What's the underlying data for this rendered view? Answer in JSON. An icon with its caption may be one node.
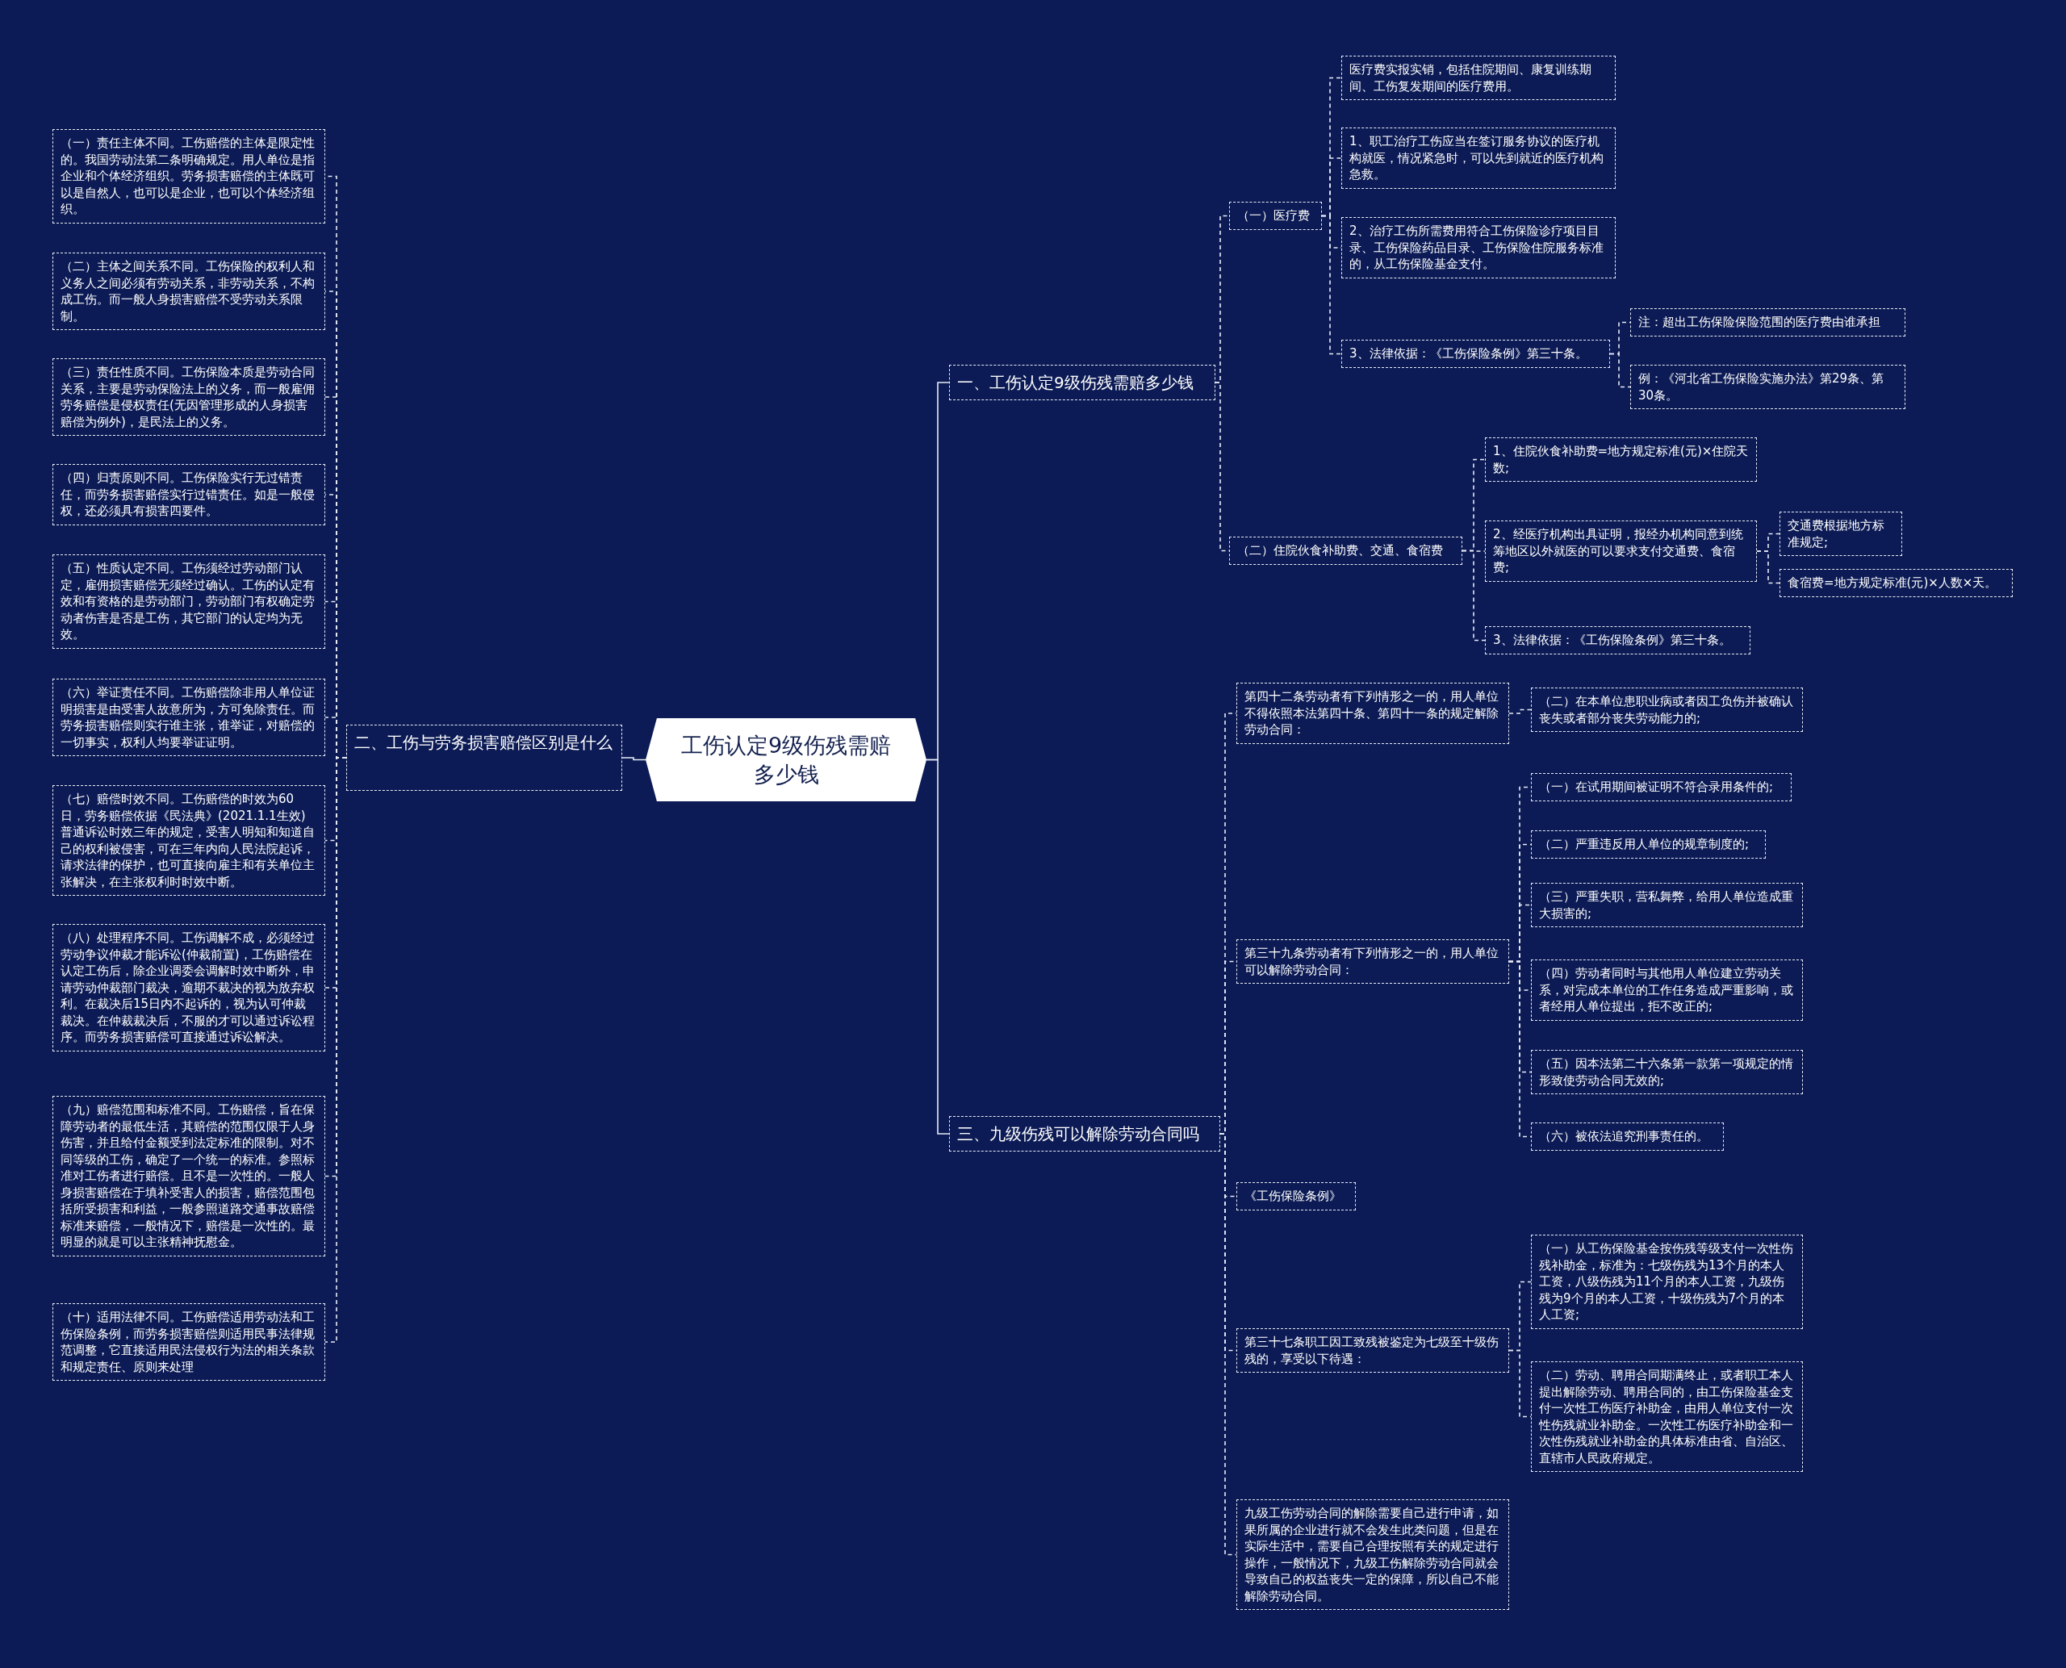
{
  "diagram": {
    "nodes": [
      {
        "text": [
          "工伤认定9级伤残需赔多少钱"
        ]
      },
      {
        "text": [
          "一、工伤认定9级伤残需赔多少钱"
        ]
      },
      {
        "text": [
          "（一）医疗费"
        ]
      },
      {
        "text": [
          "医疗费实报实销，包括住院期间、康复训练期间、工伤复发期间的医疗费用。"
        ]
      },
      {
        "text": [
          "1、职工治疗工伤应当在签订服务协议的医疗机构就医，情况紧急时，可以先到就近的医疗机构急救。"
        ]
      },
      {
        "text": [
          "2、治疗工伤所需费用符合工伤保险诊疗项目目录、工伤保险药品目录、工伤保险住院服务标准的，从工伤保险基金支付。"
        ]
      },
      {
        "text": [
          "3、法律依据：《工伤保险条例》第三十条。"
        ]
      },
      {
        "text": [
          "注：超出工伤保险保险范围的医疗费由谁承担"
        ]
      },
      {
        "text": [
          "例：《河北省工伤保险实施办法》第29条、第30条。"
        ]
      },
      {
        "text": [
          "（二）住院伙食补助费、交通、食宿费"
        ]
      },
      {
        "text": [
          "1、住院伙食补助费=地方规定标准(元)×住院天数;"
        ]
      },
      {
        "text": [
          "2、经医疗机构出具证明，报经办机构同意到统筹地区以外就医的可以要求支付交通费、食宿费;"
        ]
      },
      {
        "text": [
          "交通费根据地方标准规定;"
        ]
      },
      {
        "text": [
          "食宿费=地方规定标准(元)×人数×天。"
        ]
      },
      {
        "text": [
          "3、法律依据：《工伤保险条例》第三十条。"
        ]
      },
      {
        "text": [
          "三、九级伤残可以解除劳动合同吗"
        ]
      },
      {
        "text": [
          "第四十二条劳动者有下列情形之一的，用人单位不得依照本法第四十条、第四十一条的规定解除劳动合同："
        ]
      },
      {
        "text": [
          "（二）在本单位患职业病或者因工负伤并被确认丧失或者部分丧失劳动能力的;"
        ]
      },
      {
        "text": [
          "第三十九条劳动者有下列情形之一的，用人单位可以解除劳动合同："
        ]
      },
      {
        "text": [
          "（一）在试用期间被证明不符合录用条件的;"
        ]
      },
      {
        "text": [
          "（二）严重违反用人单位的规章制度的;"
        ]
      },
      {
        "text": [
          "（三）严重失职，营私舞弊，给用人单位造成重大损害的;"
        ]
      },
      {
        "text": [
          "（四）劳动者同时与其他用人单位建立劳动关系，对完成本单位的工作任务造成严重影响，或者经用人单位提出，拒不改正的;"
        ]
      },
      {
        "text": [
          "（五）因本法第二十六条第一款第一项规定的情形致使劳动合同无效的;"
        ]
      },
      {
        "text": [
          "（六）被依法追究刑事责任的。"
        ]
      },
      {
        "text": [
          "《工伤保险条例》"
        ]
      },
      {
        "text": [
          "第三十七条职工因工致残被鉴定为七级至十级伤残的，享受以下待遇："
        ]
      },
      {
        "text": [
          "（一）从工伤保险基金按伤残等级支付一次性伤残补助金，标准为：七级伤残为13个月的本人工资，八级伤残为11个月的本人工资，九级伤残为9个月的本人工资，十级伤残为7个月的本人工资;"
        ]
      },
      {
        "text": [
          "（二）劳动、聘用合同期满终止，或者职工本人提出解除劳动、聘用合同的，由工伤保险基金支付一次性工伤医疗补助金，由用人单位支付一次性伤残就业补助金。一次性工伤医疗补助金和一次性伤残就业补助金的具体标准由省、自治区、直辖市人民政府规定。"
        ]
      },
      {
        "text": [
          "九级工伤劳动合同的解除需要自己进行申请，如果所属的企业进行就不会发生此类问题，但是在实际生活中，需要自己合理按照有关的规定进行操作，一般情况下，九级工伤解除劳动合同就会导致自己的权益丧失一定的保障，所以自己不能解除劳动合同。"
        ]
      },
      {
        "text": [
          "二、工伤与劳务损害赔偿区别是什么"
        ]
      },
      {
        "text": [
          "（一）责任主体不同。工伤赔偿的主体是限定性的。我国劳动法第二条明确规定。用人单位是指企业和个体经济组织。劳务损害赔偿的主体既可以是自然人，也可以是企业，也可以个体经济组织。"
        ]
      },
      {
        "text": [
          "（二）主体之间关系不同。工伤保险的权利人和义务人之间必须有劳动关系，非劳动关系，不构成工伤。而一般人身损害赔偿不受劳动关系限制。"
        ]
      },
      {
        "text": [
          "（三）责任性质不同。工伤保险本质是劳动合同关系，主要是劳动保险法上的义务，而一般雇佣劳务赔偿是侵权责任(无因管理形成的人身损害赔偿为例外)，是民法上的义务。"
        ]
      },
      {
        "text": [
          "（四）归责原则不同。工伤保险实行无过错责任，而劳务损害赔偿实行过错责任。如是一般侵权，还必须具有损害四要件。"
        ]
      },
      {
        "text": [
          "（五）性质认定不同。工伤须经过劳动部门认定，雇佣损害赔偿无须经过确认。工伤的认定有效和有资格的是劳动部门，劳动部门有权确定劳动者伤害是否是工伤，其它部门的认定均为无效。"
        ]
      },
      {
        "text": [
          "（六）举证责任不同。工伤赔偿除非用人单位证明损害是由受害人故意所为，方可免除责任。而劳务损害赔偿则实行谁主张，谁举证，对赔偿的一切事实，权利人均要举证证明。"
        ]
      },
      {
        "text": [
          "（七）赔偿时效不同。工伤赔偿的时效为60日，劳务赔偿依据《民法典》(2021.1.1生效)普通诉讼时效三年的规定，受害人明知和知道自己的权利被侵害，可在三年内向人民法院起诉，请求法律的保护，也可直接向雇主和有关单位主张解决，在主张权利时时效中断。"
        ]
      },
      {
        "text": [
          "（八）处理程序不同。工伤调解不成，必须经过劳动争议仲裁才能诉讼(仲裁前置)，工伤赔偿在认定工伤后，除企业调委会调解时效中断外，申请劳动仲裁部门裁决，逾期不裁决的视为放弃权利。在裁决后15日内不起诉的，视为认可仲裁裁决。在仲裁裁决后，不服的才可以通过诉讼程序。而劳务损害赔偿可直接通过诉讼解决。"
        ]
      },
      {
        "text": [
          "（九）赔偿范围和标准不同。工伤赔偿，旨在保障劳动者的最低生活，其赔偿的范围仅限于人身伤害，并且给付金额受到法定标准的限制。对不同等级的工伤，确定了一个统一的标准。参照标准对工伤者进行赔偿。且不是一次性的。一般人身损害赔偿在于填补受害人的损害，赔偿范围包括所受损害和利益，一般参照道路交通事故赔偿标准来赔偿，一般情况下，赔偿是一次性的。最明显的就是可以主张精神抚慰金。"
        ]
      },
      {
        "text": [
          "（十）适用法律不同。工伤赔偿适用劳动法和工伤保险条例，而劳务损害赔偿则适用民事法律规范调整，它直接适用民法侵权行为法的相关条款和规定责任、原则来处理"
        ]
      }
    ],
    "edges": [
      {
        "from": 0,
        "to": 1,
        "arrow": "none"
      },
      {
        "from": 1,
        "to": 2,
        "arrow": "none",
        "style": "dashed"
      },
      {
        "from": 2,
        "to": 3,
        "arrow": "none",
        "style": "dashed"
      },
      {
        "from": 2,
        "to": 4,
        "arrow": "none",
        "style": "dashed"
      },
      {
        "from": 2,
        "to": 5,
        "arrow": "none",
        "style": "dashed"
      },
      {
        "from": 2,
        "to": 6,
        "arrow": "none",
        "style": "dashed"
      },
      {
        "from": 6,
        "to": 7,
        "arrow": "none",
        "style": "dashed"
      },
      {
        "from": 6,
        "to": 8,
        "arrow": "none",
        "style": "dashed"
      },
      {
        "from": 1,
        "to": 9,
        "arrow": "none",
        "style": "dashed"
      },
      {
        "from": 9,
        "to": 10,
        "arrow": "none",
        "style": "dashed"
      },
      {
        "from": 9,
        "to": 11,
        "arrow": "none",
        "style": "dashed"
      },
      {
        "from": 11,
        "to": 12,
        "arrow": "none",
        "style": "dashed"
      },
      {
        "from": 11,
        "to": 13,
        "arrow": "none",
        "style": "dashed"
      },
      {
        "from": 9,
        "to": 14,
        "arrow": "none",
        "style": "dashed"
      },
      {
        "from": 0,
        "to": 15,
        "arrow": "none"
      },
      {
        "from": 15,
        "to": 16,
        "arrow": "none",
        "style": "dashed"
      },
      {
        "from": 16,
        "to": 17,
        "arrow": "none",
        "style": "dashed"
      },
      {
        "from": 15,
        "to": 18,
        "arrow": "none",
        "style": "dashed"
      },
      {
        "from": 18,
        "to": 19,
        "arrow": "none",
        "style": "dashed"
      },
      {
        "from": 18,
        "to": 20,
        "arrow": "none",
        "style": "dashed"
      },
      {
        "from": 18,
        "to": 21,
        "arrow": "none",
        "style": "dashed"
      },
      {
        "from": 18,
        "to": 22,
        "arrow": "none",
        "style": "dashed"
      },
      {
        "from": 18,
        "to": 23,
        "arrow": "none",
        "style": "dashed"
      },
      {
        "from": 18,
        "to": 24,
        "arrow": "none",
        "style": "dashed"
      },
      {
        "from": 15,
        "to": 25,
        "arrow": "none",
        "style": "dashed"
      },
      {
        "from": 15,
        "to": 26,
        "arrow": "none",
        "style": "dashed"
      },
      {
        "from": 26,
        "to": 27,
        "arrow": "none",
        "style": "dashed"
      },
      {
        "from": 26,
        "to": 28,
        "arrow": "none",
        "style": "dashed"
      },
      {
        "from": 15,
        "to": 29,
        "arrow": "none",
        "style": "dashed"
      },
      {
        "from": 0,
        "to": 30,
        "arrow": "none"
      },
      {
        "from": 30,
        "to": 31,
        "arrow": "none",
        "style": "dashed"
      },
      {
        "from": 30,
        "to": 32,
        "arrow": "none",
        "style": "dashed"
      },
      {
        "from": 30,
        "to": 33,
        "arrow": "none",
        "style": "dashed"
      },
      {
        "from": 30,
        "to": 34,
        "arrow": "none",
        "style": "dashed"
      },
      {
        "from": 30,
        "to": 35,
        "arrow": "none",
        "style": "dashed"
      },
      {
        "from": 30,
        "to": 36,
        "arrow": "none",
        "style": "dashed"
      },
      {
        "from": 30,
        "to": 37,
        "arrow": "none",
        "style": "dashed"
      },
      {
        "from": 30,
        "to": 38,
        "arrow": "none",
        "style": "dashed"
      },
      {
        "from": 30,
        "to": 39,
        "arrow": "none",
        "style": "dashed"
      },
      {
        "from": 30,
        "to": 40,
        "arrow": "none",
        "style": "dashed"
      }
    ]
  }
}
